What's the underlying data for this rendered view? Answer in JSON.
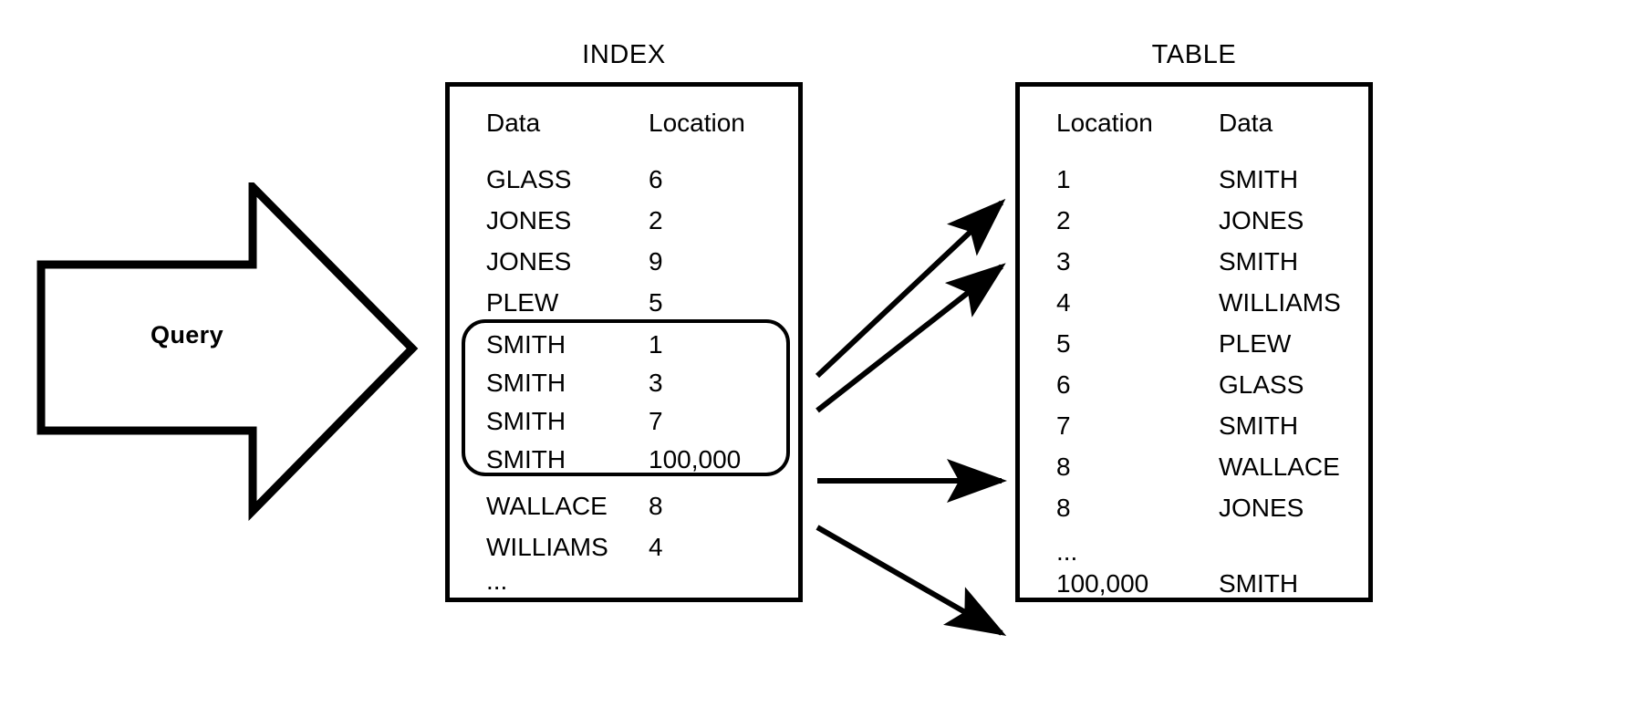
{
  "query": {
    "label": "Query",
    "icon": "right-arrow-block-icon"
  },
  "index_panel": {
    "title": "INDEX",
    "columns": [
      "Data",
      "Location"
    ],
    "rows": [
      {
        "data": "GLASS",
        "location": "6"
      },
      {
        "data": "JONES",
        "location": "2"
      },
      {
        "data": "JONES",
        "location": "9"
      },
      {
        "data": "PLEW",
        "location": "5"
      },
      {
        "data": "SMITH",
        "location": "1"
      },
      {
        "data": "SMITH",
        "location": "3"
      },
      {
        "data": "SMITH",
        "location": "7"
      },
      {
        "data": "SMITH",
        "location": "100,000"
      },
      {
        "data": "WALLACE",
        "location": "8"
      },
      {
        "data": "WILLIAMS",
        "location": "4"
      },
      {
        "data": "...",
        "location": ""
      }
    ],
    "highlighted_rows": [
      4,
      5,
      6,
      7
    ]
  },
  "table_panel": {
    "title": "TABLE",
    "columns": [
      "Location",
      "Data"
    ],
    "rows": [
      {
        "location": "1",
        "data": "SMITH"
      },
      {
        "location": "2",
        "data": "JONES"
      },
      {
        "location": "3",
        "data": "SMITH"
      },
      {
        "location": "4",
        "data": "WILLIAMS"
      },
      {
        "location": "5",
        "data": "PLEW"
      },
      {
        "location": "6",
        "data": "GLASS"
      },
      {
        "location": "7",
        "data": "SMITH"
      },
      {
        "location": "8",
        "data": "WALLACE"
      },
      {
        "location": "8",
        "data": "JONES"
      },
      {
        "location": "...",
        "data": ""
      },
      {
        "location": "100,000",
        "data": "SMITH"
      }
    ]
  },
  "arrows": [
    {
      "name": "arrow-to-location-1",
      "from_row": "SMITH 1",
      "to_row": "1"
    },
    {
      "name": "arrow-to-location-3",
      "from_row": "SMITH 3",
      "to_row": "3"
    },
    {
      "name": "arrow-to-location-7",
      "from_row": "SMITH 7",
      "to_row": "7"
    },
    {
      "name": "arrow-to-location-100000",
      "from_row": "SMITH 100,000",
      "to_row": "100,000"
    }
  ],
  "colors": {
    "stroke": "#000000",
    "background": "#ffffff"
  }
}
